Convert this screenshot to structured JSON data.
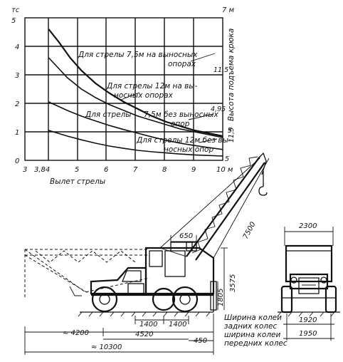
{
  "chart_data": {
    "type": "line",
    "xlabel": "Вылет стрелы",
    "ylabel_left_unit": "тс",
    "ylabel_right": "Высота подъема крюка",
    "ylabel_right_unit": "м",
    "xlim": [
      3,
      10
    ],
    "ylim": [
      0,
      5
    ],
    "x_ticks": [
      "3",
      "3,84",
      "5",
      "6",
      "7",
      "8",
      "9",
      "10 м"
    ],
    "y_ticks": [
      "0",
      "1",
      "2",
      "3",
      "4",
      "5"
    ],
    "right_ticks": [
      "5",
      "11,5",
      "4,95",
      "11,5",
      "7 м"
    ],
    "series": [
      {
        "name": "Для стрелы 7,5м на выносных опорах",
        "x": [
          3.84,
          4.2,
          4.6,
          5.0,
          5.5,
          6.0,
          6.5,
          7.0,
          7.5,
          8.0,
          8.5,
          9.0,
          9.5,
          10.0
        ],
        "y": [
          4.6,
          4.15,
          3.6,
          3.15,
          2.7,
          2.35,
          2.05,
          1.8,
          1.55,
          1.35,
          1.2,
          1.05,
          0.95,
          0.85
        ]
      },
      {
        "name": "Для стрелы 12м на выносных опорах",
        "x": [
          3.84,
          4.5,
          5.0,
          5.5,
          6.0,
          6.5,
          7.0,
          7.5,
          8.0,
          8.5,
          9.0,
          9.5,
          10.0
        ],
        "y": [
          3.6,
          2.9,
          2.5,
          2.2,
          1.95,
          1.75,
          1.55,
          1.4,
          1.25,
          1.1,
          1.0,
          0.9,
          0.8
        ]
      },
      {
        "name": "Для стрелы 7,5м без выносных опор",
        "x": [
          3.84,
          4.5,
          5.0,
          5.5,
          6.0,
          6.5,
          7.0,
          7.5,
          8.0,
          8.5,
          9.0,
          9.5,
          10.0
        ],
        "y": [
          2.05,
          1.75,
          1.55,
          1.38,
          1.22,
          1.08,
          0.95,
          0.82,
          0.7,
          0.6,
          0.52,
          0.45,
          0.38
        ]
      },
      {
        "name": "Для стрелы 12м без выносных опор",
        "x": [
          3.84,
          4.5,
          5.0,
          5.5,
          6.0,
          6.5,
          7.0,
          7.5,
          8.0,
          8.5,
          9.0,
          9.5,
          10.0
        ],
        "y": [
          1.05,
          0.85,
          0.72,
          0.6,
          0.5,
          0.42,
          0.35,
          0.3,
          0.26,
          0.22,
          0.19,
          0.17,
          0.15
        ]
      }
    ]
  },
  "labels": {
    "curve1_line1": "Для стрелы 7,5м на выносных",
    "curve1_line2": "опорах",
    "curve2_line1": "Для стрелы 12м на вы-",
    "curve2_line2": "носных опорах",
    "curve3_line1": "Для стрелы",
    "curve3_line2": "7,5м без выносных",
    "curve3_line3": "опор",
    "curve4_line1": "Для стрелы 12м без вы-",
    "curve4_line2": "носных опор"
  },
  "drawing": {
    "dim_2300": "2300",
    "dim_650": "650",
    "dim_7500": "7500",
    "dim_3575": "3575",
    "dim_1805": "1805",
    "dim_1400a": "1400",
    "dim_1400b": "1400",
    "dim_4200": "≈ 4200",
    "dim_4520": "4520",
    "dim_450": "450",
    "dim_10300": "≈ 10300",
    "dim_1920": "1920",
    "dim_1950": "1950",
    "rear_track_line1": "Ширина колеи",
    "rear_track_line2": "задних колес",
    "front_track_line1": "ширина колеи",
    "front_track_line2": "передних колес"
  }
}
